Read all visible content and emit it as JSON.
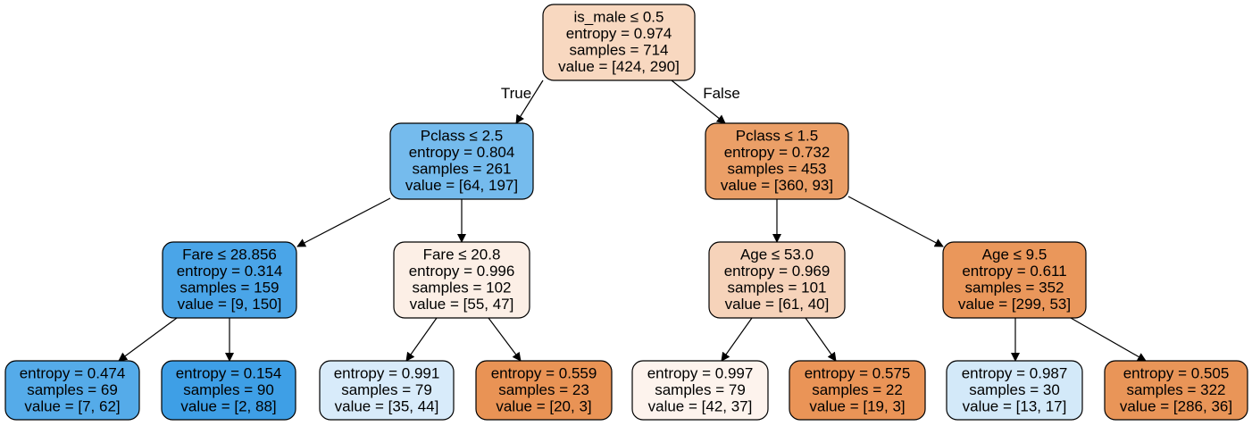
{
  "nodes": [
    {
      "id": "n0",
      "fill": "#f8d8c0",
      "lines": [
        "is_male ≤ 0.5",
        "entropy = 0.974",
        "samples = 714",
        "value = [424, 290]"
      ]
    },
    {
      "id": "n1",
      "fill": "#75bbed",
      "lines": [
        "Pclass ≤ 2.5",
        "entropy = 0.804",
        "samples = 261",
        "value = [64, 197]"
      ]
    },
    {
      "id": "n2",
      "fill": "#eb9f67",
      "lines": [
        "Pclass ≤ 1.5",
        "entropy = 0.732",
        "samples = 453",
        "value = [360, 93]"
      ]
    },
    {
      "id": "n3",
      "fill": "#4aa5e8",
      "lines": [
        "Fare ≤ 28.856",
        "entropy = 0.314",
        "samples = 159",
        "value = [9, 150]"
      ]
    },
    {
      "id": "n4",
      "fill": "#fcefe6",
      "lines": [
        "Fare ≤ 20.8",
        "entropy = 0.996",
        "samples = 102",
        "value = [55, 47]"
      ]
    },
    {
      "id": "n5",
      "fill": "#f6d3ba",
      "lines": [
        "Age ≤ 53.0",
        "entropy = 0.969",
        "samples = 101",
        "value = [61, 40]"
      ]
    },
    {
      "id": "n6",
      "fill": "#ea975b",
      "lines": [
        "Age ≤ 9.5",
        "entropy = 0.611",
        "samples = 352",
        "value = [299, 53]"
      ]
    },
    {
      "id": "n7",
      "fill": "#55abe9",
      "lines": [
        "entropy = 0.474",
        "samples = 69",
        "value = [7, 62]"
      ]
    },
    {
      "id": "n8",
      "fill": "#3e9fe6",
      "lines": [
        "entropy = 0.154",
        "samples = 90",
        "value = [2, 88]"
      ]
    },
    {
      "id": "n9",
      "fill": "#d8ebfa",
      "lines": [
        "entropy = 0.991",
        "samples = 79",
        "value = [35, 44]"
      ]
    },
    {
      "id": "n10",
      "fill": "#e99355",
      "lines": [
        "entropy = 0.559",
        "samples = 23",
        "value = [20, 3]"
      ]
    },
    {
      "id": "n11",
      "fill": "#fdf3ed",
      "lines": [
        "entropy = 0.997",
        "samples = 79",
        "value = [42, 37]"
      ]
    },
    {
      "id": "n12",
      "fill": "#ea9457",
      "lines": [
        "entropy = 0.575",
        "samples = 22",
        "value = [19, 3]"
      ]
    },
    {
      "id": "n13",
      "fill": "#d3e9f9",
      "lines": [
        "entropy = 0.987",
        "samples = 30",
        "value = [13, 17]"
      ]
    },
    {
      "id": "n14",
      "fill": "#e99558",
      "lines": [
        "entropy = 0.505",
        "samples = 322",
        "value = [286, 36]"
      ]
    }
  ],
  "edges": [
    {
      "from": "n0",
      "to": "n1",
      "label": "True"
    },
    {
      "from": "n0",
      "to": "n2",
      "label": "False"
    },
    {
      "from": "n1",
      "to": "n3"
    },
    {
      "from": "n1",
      "to": "n4"
    },
    {
      "from": "n2",
      "to": "n5"
    },
    {
      "from": "n2",
      "to": "n6"
    },
    {
      "from": "n3",
      "to": "n7"
    },
    {
      "from": "n3",
      "to": "n8"
    },
    {
      "from": "n4",
      "to": "n9"
    },
    {
      "from": "n4",
      "to": "n10"
    },
    {
      "from": "n5",
      "to": "n11"
    },
    {
      "from": "n5",
      "to": "n12"
    },
    {
      "from": "n6",
      "to": "n13"
    },
    {
      "from": "n6",
      "to": "n14"
    }
  ]
}
